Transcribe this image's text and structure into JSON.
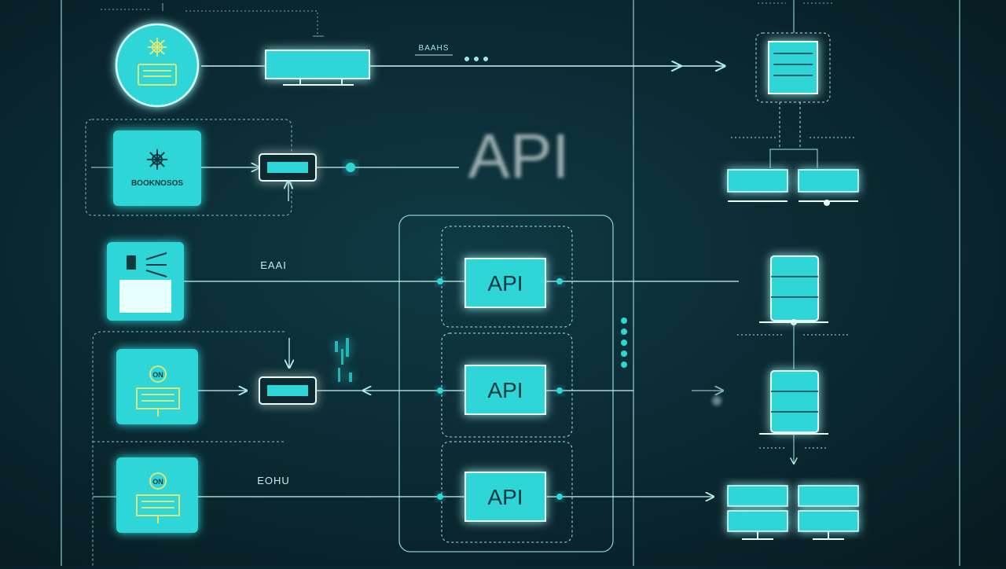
{
  "colors": {
    "background": "#0b2b33",
    "accent": "#2fd6d8",
    "accent_light": "#8ff3f2",
    "line": "#9fe6ea",
    "panel_text": "#0b3b40",
    "icon_yellow": "#d9e67a"
  },
  "header": {
    "big_label": "API"
  },
  "sources": [
    {
      "label": "BOOKNOSOS",
      "icon": "gear-icon"
    },
    {
      "label": "",
      "icon": "hammer-icon"
    },
    {
      "label": "ON",
      "icon": "monitor-icon"
    },
    {
      "label": "ON",
      "icon": "monitor-icon"
    }
  ],
  "connectors": [
    {
      "label": "EAAI"
    },
    {
      "label": "EOHU"
    }
  ],
  "api_nodes": [
    {
      "label": "API"
    },
    {
      "label": "API"
    },
    {
      "label": "API"
    }
  ],
  "top_right_caption": "BAAHS"
}
